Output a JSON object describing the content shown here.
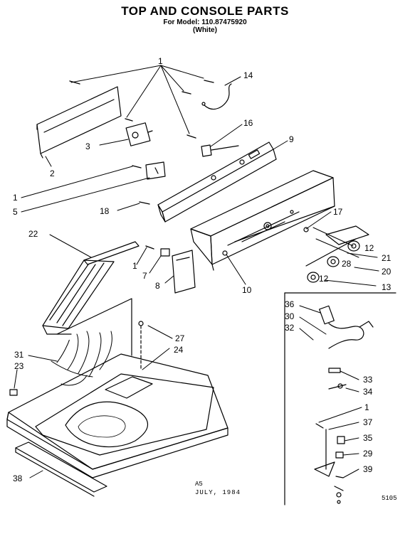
{
  "header": {
    "title": "TOP AND CONSOLE PARTS",
    "model_line": "For Model: 110.87475920",
    "color_line": "(White)"
  },
  "footer": {
    "rev_code": "A5",
    "date": "JULY, 1984",
    "page_code": "5105"
  },
  "callouts": {
    "c1": "1",
    "c2": "2",
    "c3": "3",
    "c5": "5",
    "c7": "7",
    "c8": "8",
    "c9": "9",
    "c10": "10",
    "c12": "12",
    "c13": "13",
    "c14": "14",
    "c16": "16",
    "c17": "17",
    "c18": "18",
    "c20": "20",
    "c21": "21",
    "c22": "22",
    "c23": "23",
    "c24": "24",
    "c27": "27",
    "c28": "28",
    "c29": "29",
    "c30": "30",
    "c31": "31",
    "c32": "32",
    "c33": "33",
    "c34": "34",
    "c35": "35",
    "c36": "36",
    "c37": "37",
    "c38": "38",
    "c39": "39"
  }
}
